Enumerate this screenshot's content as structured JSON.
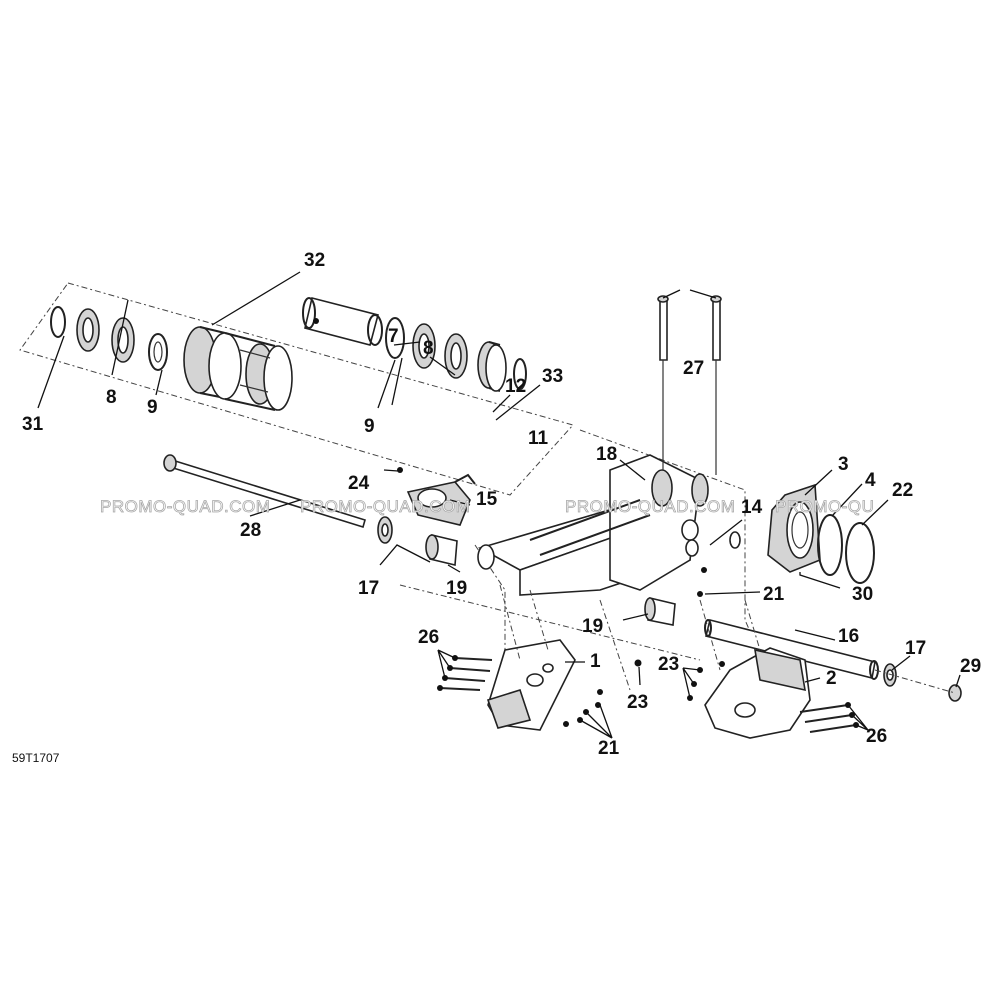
{
  "figure_code": "59T1707",
  "watermark": {
    "text_left": "PROMO-QUAD.COM",
    "text_mid": "PROMO-QUAD.COM",
    "text_mid2": "PROMO-QUAD.COM",
    "text_right": "PROMO-QU"
  },
  "callouts": [
    {
      "id": "c32",
      "label": "32"
    },
    {
      "id": "c31",
      "label": "31"
    },
    {
      "id": "c8a",
      "label": "8"
    },
    {
      "id": "c9a",
      "label": "9"
    },
    {
      "id": "c7",
      "label": "7"
    },
    {
      "id": "c8b",
      "label": "8"
    },
    {
      "id": "c9b",
      "label": "9"
    },
    {
      "id": "c12",
      "label": "12"
    },
    {
      "id": "c33",
      "label": "33"
    },
    {
      "id": "c11",
      "label": "11"
    },
    {
      "id": "c27",
      "label": "27"
    },
    {
      "id": "c18",
      "label": "18"
    },
    {
      "id": "c24",
      "label": "24"
    },
    {
      "id": "c15",
      "label": "15"
    },
    {
      "id": "c14",
      "label": "14"
    },
    {
      "id": "c3",
      "label": "3"
    },
    {
      "id": "c4",
      "label": "4"
    },
    {
      "id": "c22",
      "label": "22"
    },
    {
      "id": "c28",
      "label": "28"
    },
    {
      "id": "c17a",
      "label": "17"
    },
    {
      "id": "c19a",
      "label": "19"
    },
    {
      "id": "c21a",
      "label": "21"
    },
    {
      "id": "c30",
      "label": "30"
    },
    {
      "id": "c19b",
      "label": "19"
    },
    {
      "id": "c16",
      "label": "16"
    },
    {
      "id": "c17b",
      "label": "17"
    },
    {
      "id": "c29",
      "label": "29"
    },
    {
      "id": "c26a",
      "label": "26"
    },
    {
      "id": "c1",
      "label": "1"
    },
    {
      "id": "c23a",
      "label": "23"
    },
    {
      "id": "c23b",
      "label": "23"
    },
    {
      "id": "c2",
      "label": "2"
    },
    {
      "id": "c21b",
      "label": "21"
    },
    {
      "id": "c26b",
      "label": "26"
    }
  ]
}
